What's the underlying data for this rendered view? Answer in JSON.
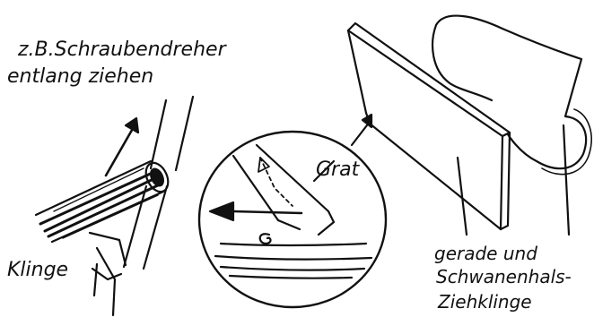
{
  "labels": {
    "instruction_line1": "z.B.Schraubendreher",
    "instruction_line2": "entlang ziehen",
    "blade": "Klinge",
    "burr": "Grat",
    "scraper_line1": "gerade und",
    "scraper_line2": "Schwanenhals-",
    "scraper_line3": "Ziehklinge"
  },
  "colors": {
    "ink": "#111111",
    "paper": "#ffffff"
  }
}
